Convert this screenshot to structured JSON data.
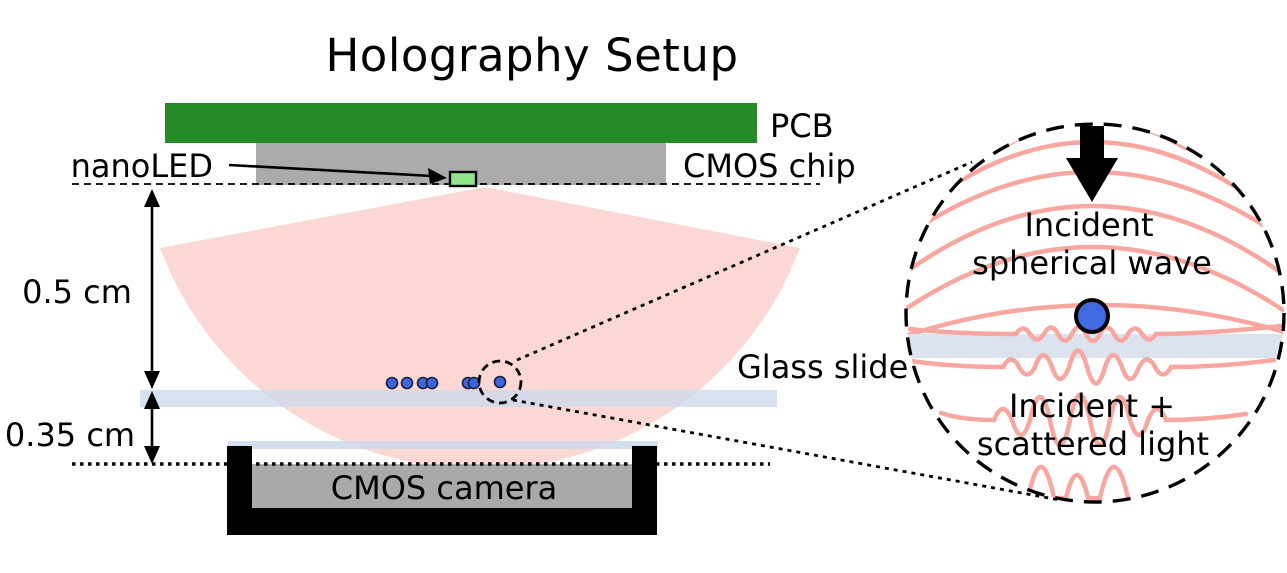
{
  "title": "Holography Setup",
  "labels": {
    "pcb": "PCB",
    "cmos_chip": "CMOS chip",
    "nanoled": "nanoLED",
    "glass_slide": "Glass slide",
    "cmos_camera": "CMOS camera"
  },
  "dimensions": {
    "led_to_slide": "0.5 cm",
    "slide_to_camera": "0.35 cm"
  },
  "inset": {
    "incident_line1": "Incident",
    "incident_line2": "spherical wave",
    "scattered_line1": "Incident +",
    "scattered_line2": "scattered light"
  },
  "colors": {
    "pcb_green": "#268a26",
    "chip_gray": "#ababab",
    "led_green": "#90e58c",
    "beam_pink": "#fcd8d4",
    "wave_salmon": "#f7a79f",
    "glass_blue": "#ccd8ea",
    "glass_blue_inset": "#dde3ee",
    "particle_blue": "#4169e1",
    "dot_blue": "#3f66d9",
    "camera_gray": "#a9a9a9",
    "ink": "#000000"
  }
}
